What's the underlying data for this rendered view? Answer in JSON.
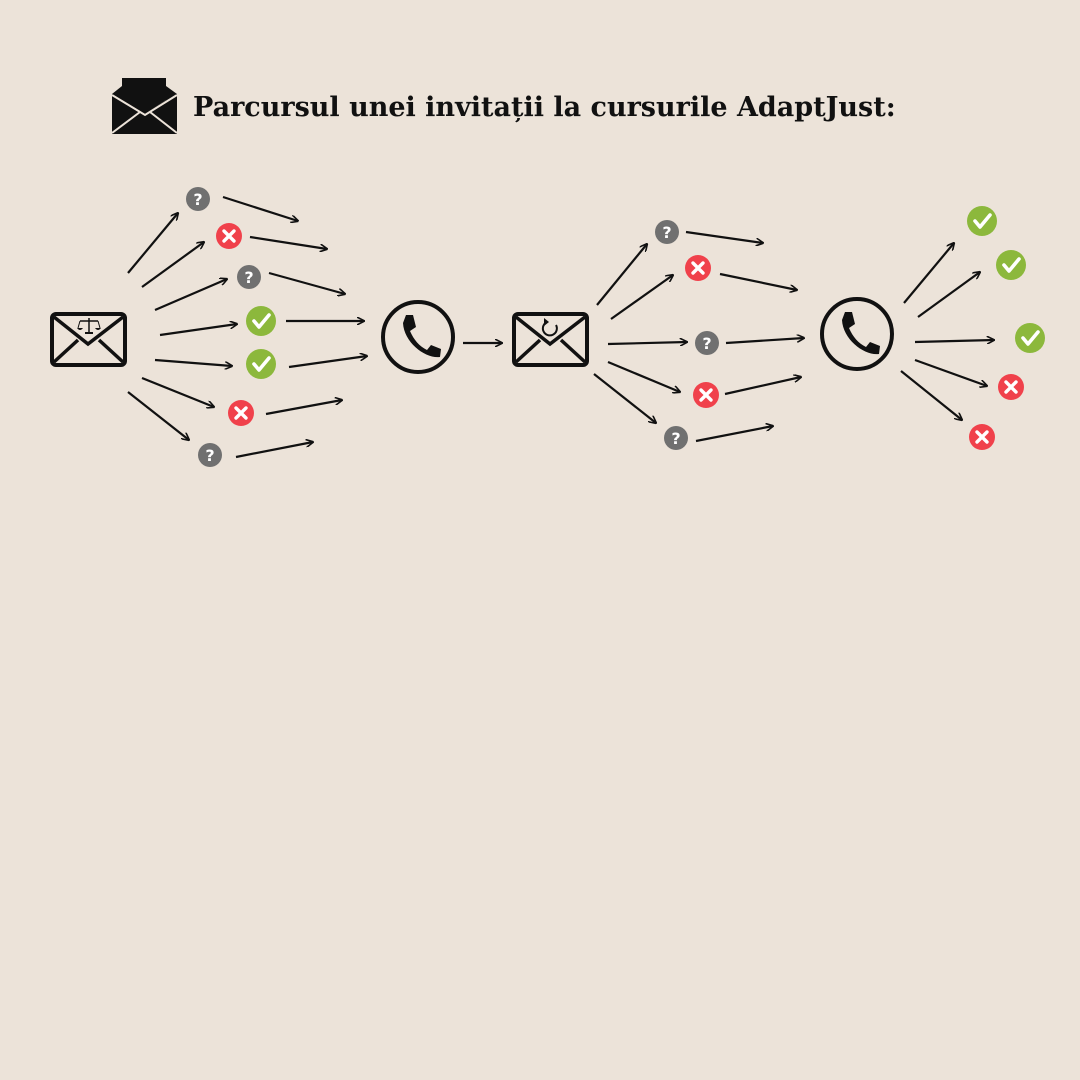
{
  "title": "Parcursul unei invitații la cursurile AdaptJust:",
  "colors": {
    "background": "#ece3d9",
    "unknown": "#707070",
    "declined": "#f0414b",
    "accepted": "#8cb83c",
    "ink": "#111111"
  },
  "flow": [
    {
      "stage": "initial-invitation",
      "icon": "envelope-scales-icon",
      "responses": [
        "unknown",
        "declined",
        "unknown",
        "accepted",
        "accepted",
        "declined",
        "unknown"
      ]
    },
    {
      "stage": "phone-call",
      "icon": "phone-icon"
    },
    {
      "stage": "follow-up-invitation",
      "icon": "envelope-resend-icon",
      "responses": [
        "unknown",
        "declined",
        "unknown",
        "declined",
        "unknown"
      ]
    },
    {
      "stage": "phone-call",
      "icon": "phone-icon"
    },
    {
      "stage": "final-outcome",
      "responses": [
        "accepted",
        "accepted",
        "accepted",
        "declined",
        "declined"
      ]
    }
  ]
}
